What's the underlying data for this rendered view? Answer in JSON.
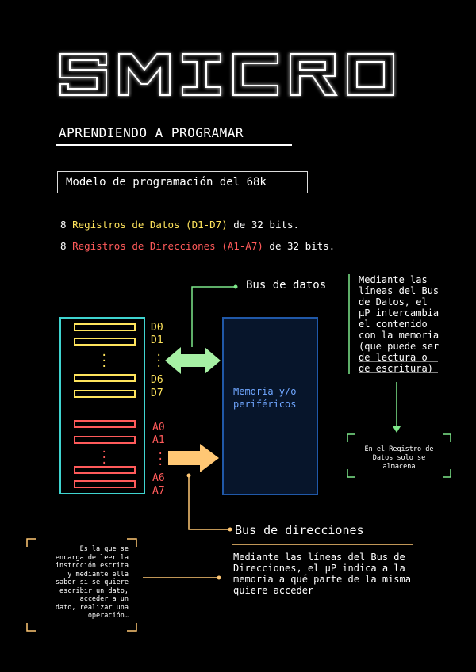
{
  "brand": {
    "logo_text": "SMICRO"
  },
  "header": {
    "subtitle": "APRENDIENDO A PROGRAMAR",
    "model_title": "Modelo de programación del 68k"
  },
  "registers": {
    "data_line": {
      "prefix": "8 ",
      "highlight": "Registros de Datos (D1-D7)",
      "suffix": " de 32 bits."
    },
    "addr_line": {
      "prefix": "8 ",
      "highlight": "Registros de Direcciones (A1-A7)",
      "suffix": " de 32 bits."
    }
  },
  "diagram": {
    "data_labels": [
      "D0",
      "D1",
      "D6",
      "D7"
    ],
    "addr_labels": [
      "A0",
      "A1",
      "A6",
      "A7"
    ],
    "memory_label_1": "Memoria y/o",
    "memory_label_2": "periféricos",
    "bus_datos": "Bus de datos",
    "bus_direcciones": "Bus de direcciones",
    "datos_desc": [
      "Mediante las",
      "líneas del Bus",
      "de Datos, el",
      "µP intercambia",
      "el contenido",
      "con la memoria",
      "(que puede ser",
      "de lectura o",
      "de escritura)"
    ],
    "registro_note": [
      "En el Registro de",
      "Datos solo se",
      "almacena"
    ],
    "direcciones_desc": [
      "Mediante las líneas del Bus de",
      "Direcciones, el µP indica a la",
      "memoria a qué parte de la misma",
      "quiere acceder"
    ],
    "left_note": [
      "Es la que se",
      "encarga de leer la",
      "instrcción escrita",
      "y mediante ella",
      "saber si se quiere",
      "escribir un dato,",
      "acceder a  un",
      "dato, realizar una",
      "operación…"
    ]
  },
  "colors": {
    "yellow": "#ffe45c",
    "red": "#ff5a5a",
    "cyan": "#3fd4d0",
    "green": "#7ee88a",
    "orange": "#ffc774",
    "blue": "#2058a8"
  }
}
